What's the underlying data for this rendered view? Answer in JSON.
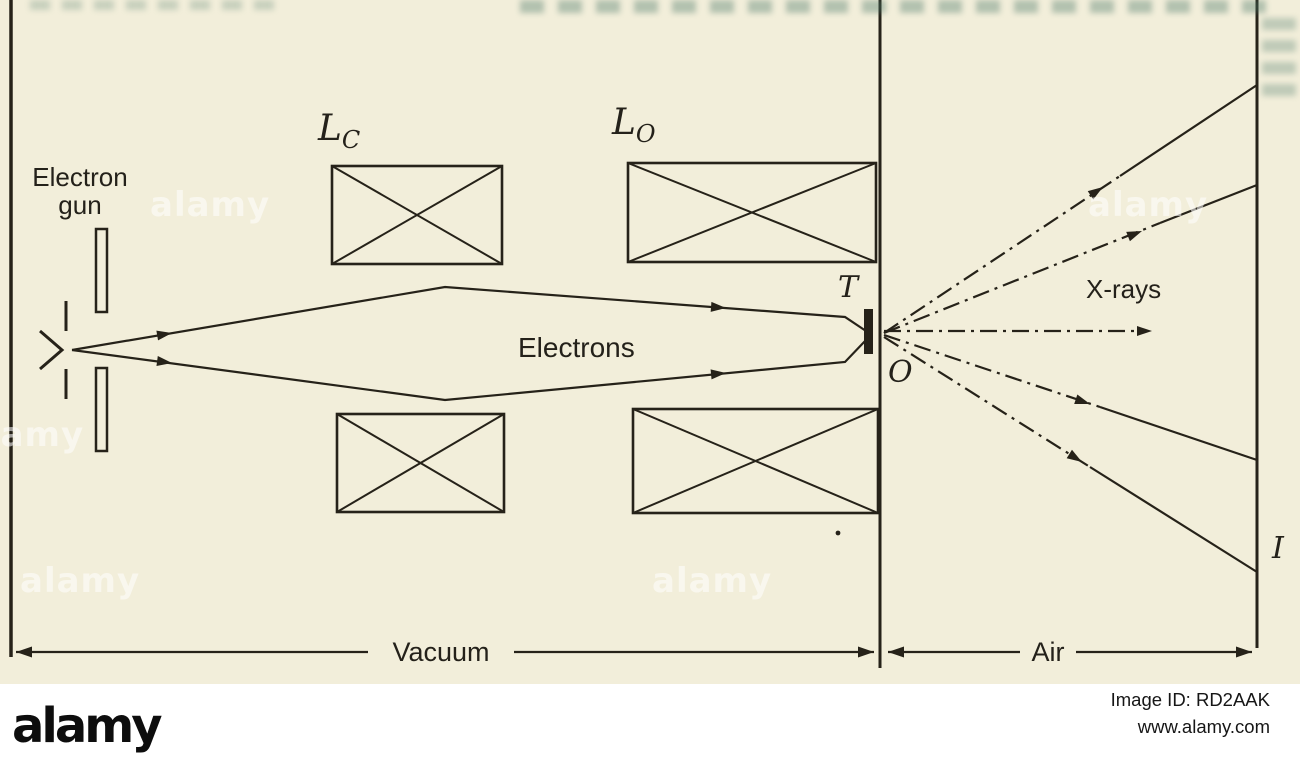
{
  "figure": {
    "gun": {
      "line1": "Electron",
      "line2": "gun"
    },
    "lens_c": {
      "main": "L",
      "sub": "C"
    },
    "lens_o": {
      "main": "L",
      "sub": "O"
    },
    "electrons": "Electrons",
    "target": "T",
    "origin": "O",
    "xrays": "X-rays",
    "image_point": "I",
    "vacuum": "Vacuum",
    "air": "Air"
  },
  "watermark": {
    "text": "alamy"
  },
  "footer": {
    "logo": "alamy",
    "image_id": "Image ID: RD2AAK",
    "website": "www.alamy.com"
  },
  "colors": {
    "paper": "#f2eeda",
    "ink": "#262219",
    "footer_bg": "#ffffff",
    "watermark": "rgba(255,255,255,0.55)"
  }
}
